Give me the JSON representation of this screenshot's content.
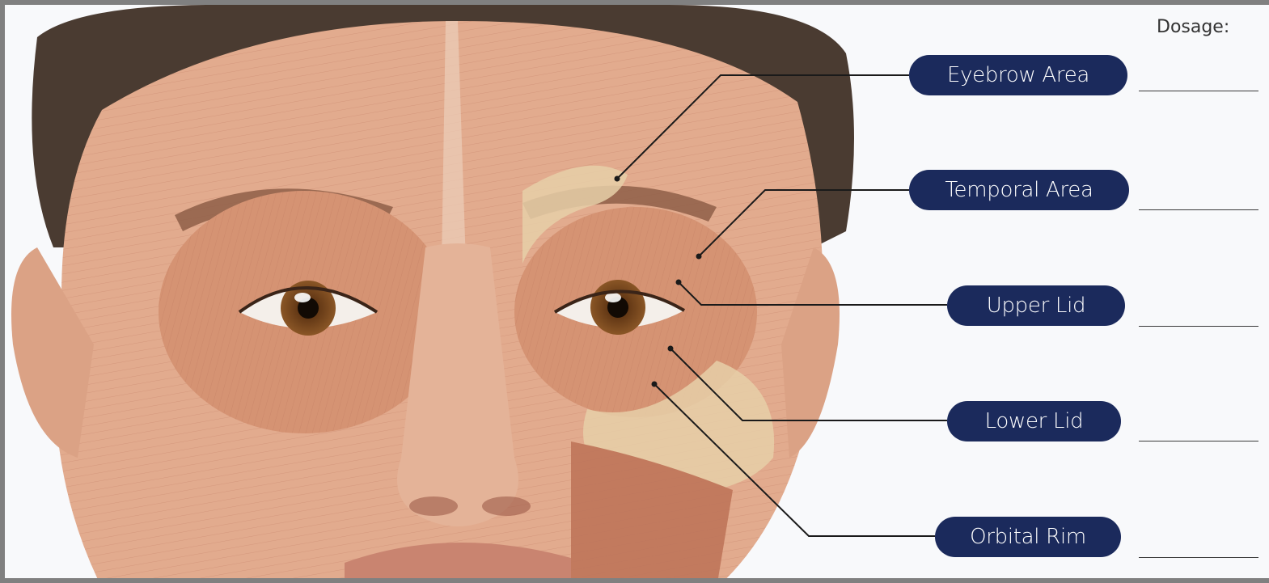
{
  "header": {
    "dosage_label": "Dosage:"
  },
  "labels": [
    {
      "id": "eyebrow-area",
      "text": "Eyebrow Area"
    },
    {
      "id": "temporal-area",
      "text": "Temporal Area"
    },
    {
      "id": "upper-lid",
      "text": "Upper Lid"
    },
    {
      "id": "lower-lid",
      "text": "Lower Lid"
    },
    {
      "id": "orbital-rim",
      "text": "Orbital Rim"
    }
  ],
  "colors": {
    "pill": "#1b2a5c",
    "frame": "#808080",
    "skin": "#e2ab8e",
    "muscle": "#d59373",
    "hair": "#4a3b31",
    "iris": "#7a4a22",
    "leader": "#1a1a1a"
  },
  "illustration": "facial-muscle-anatomy"
}
